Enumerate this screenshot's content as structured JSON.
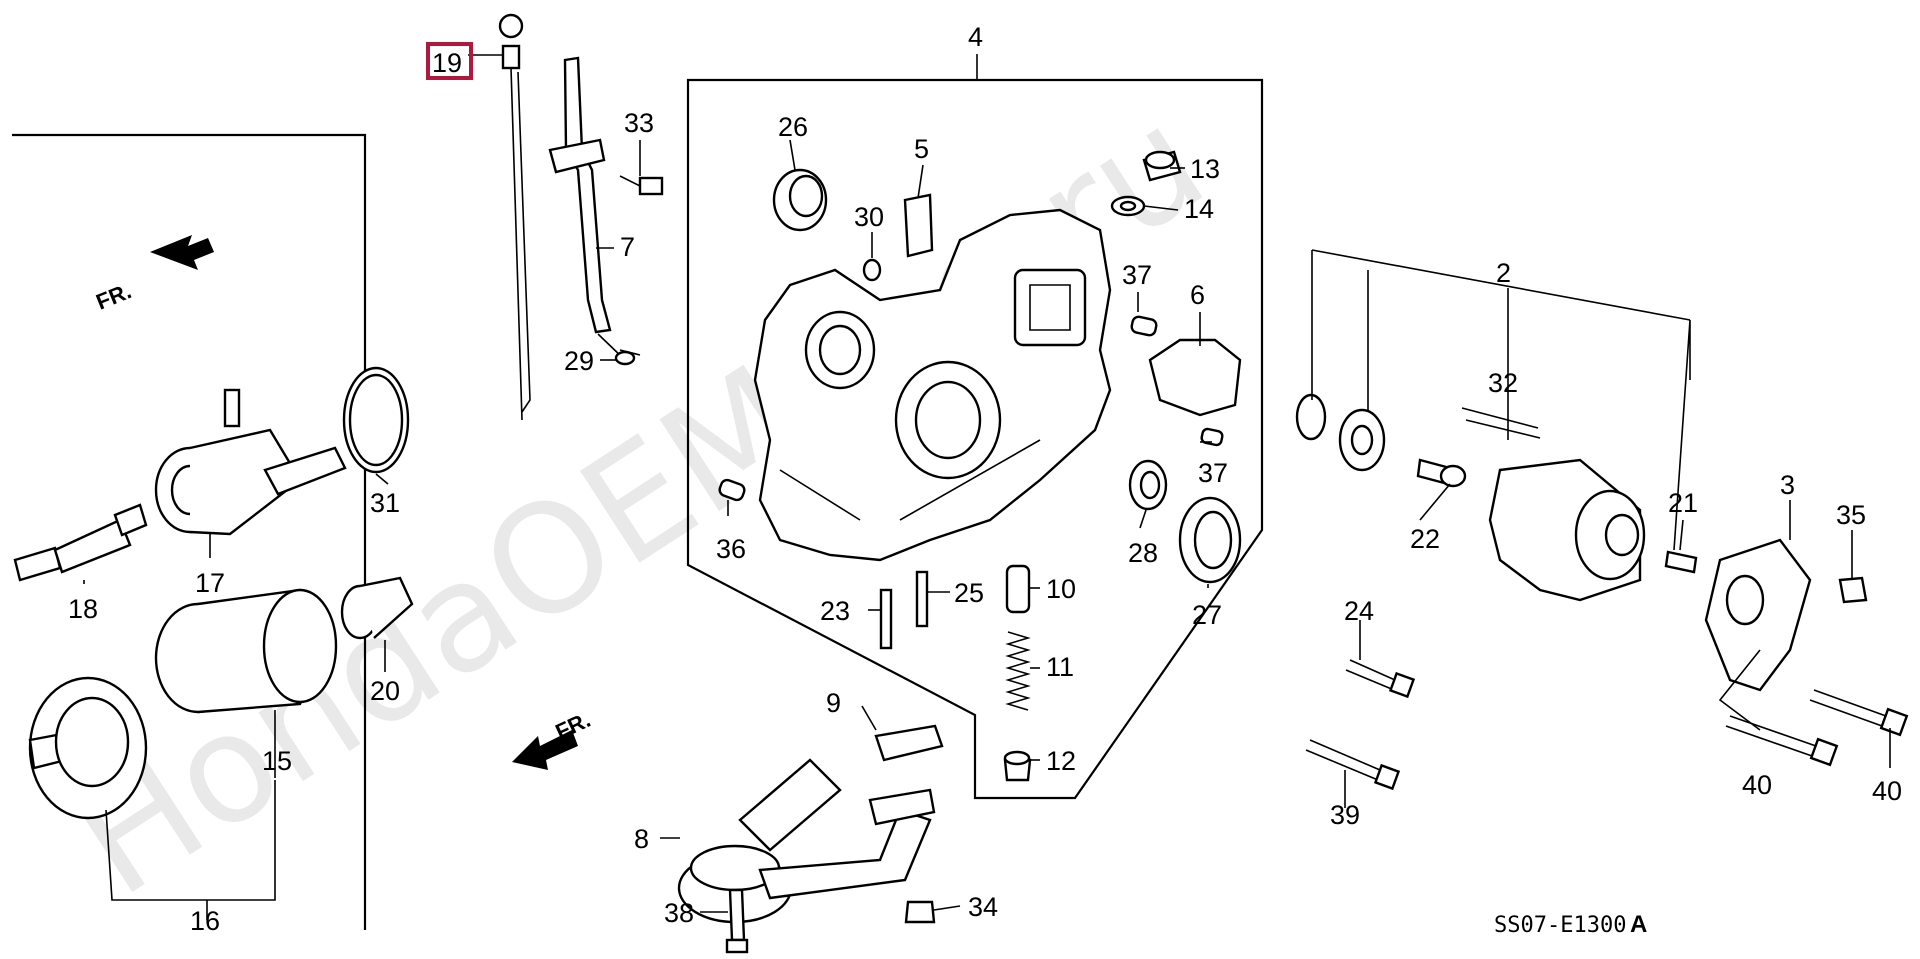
{
  "watermark": "HondaOEMline.ru",
  "diagram_code": "SS07-E1300",
  "diagram_suffix": "A",
  "direction_labels": [
    "FR.",
    "FR."
  ],
  "highlight_color": "#b0183e",
  "callouts": [
    {
      "id": "c19",
      "text": "19",
      "highlighted": true
    },
    {
      "id": "c4",
      "text": "4"
    },
    {
      "id": "c33",
      "text": "33"
    },
    {
      "id": "c26",
      "text": "26"
    },
    {
      "id": "c5",
      "text": "5"
    },
    {
      "id": "c13",
      "text": "13"
    },
    {
      "id": "c14",
      "text": "14"
    },
    {
      "id": "c30",
      "text": "30"
    },
    {
      "id": "c7",
      "text": "7"
    },
    {
      "id": "c37a",
      "text": "37"
    },
    {
      "id": "c6",
      "text": "6"
    },
    {
      "id": "c2",
      "text": "2"
    },
    {
      "id": "c29",
      "text": "29"
    },
    {
      "id": "c32",
      "text": "32"
    },
    {
      "id": "c37b",
      "text": "37"
    },
    {
      "id": "c31",
      "text": "31"
    },
    {
      "id": "c17",
      "text": "17"
    },
    {
      "id": "c18",
      "text": "18"
    },
    {
      "id": "c36",
      "text": "36"
    },
    {
      "id": "c28",
      "text": "28"
    },
    {
      "id": "c22",
      "text": "22"
    },
    {
      "id": "c21",
      "text": "21"
    },
    {
      "id": "c3",
      "text": "3"
    },
    {
      "id": "c35",
      "text": "35"
    },
    {
      "id": "c10",
      "text": "10"
    },
    {
      "id": "c23",
      "text": "23"
    },
    {
      "id": "c25",
      "text": "25"
    },
    {
      "id": "c27",
      "text": "27"
    },
    {
      "id": "c24",
      "text": "24"
    },
    {
      "id": "c20",
      "text": "20"
    },
    {
      "id": "c11",
      "text": "11"
    },
    {
      "id": "c15",
      "text": "15"
    },
    {
      "id": "c9",
      "text": "9"
    },
    {
      "id": "c12",
      "text": "12"
    },
    {
      "id": "c40a",
      "text": "40"
    },
    {
      "id": "c40b",
      "text": "40"
    },
    {
      "id": "c39",
      "text": "39"
    },
    {
      "id": "c8",
      "text": "8"
    },
    {
      "id": "c16",
      "text": "16"
    },
    {
      "id": "c38",
      "text": "38"
    },
    {
      "id": "c34",
      "text": "34"
    }
  ]
}
